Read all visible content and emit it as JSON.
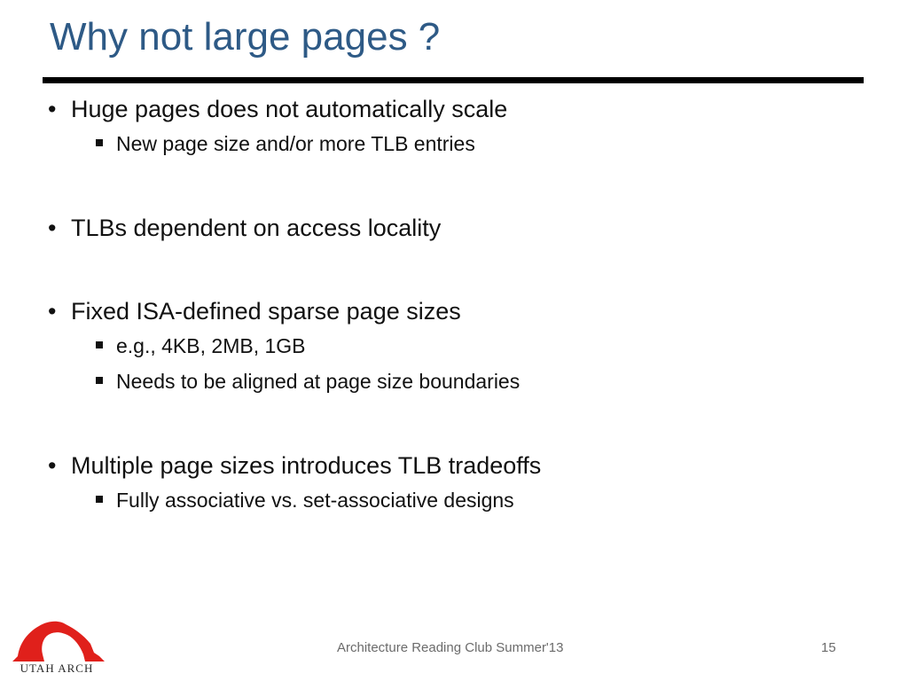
{
  "slide": {
    "title": "Why not large pages ?",
    "bullets": [
      {
        "text": "Huge pages does not automatically scale",
        "sub": [
          "New page size and/or more TLB entries"
        ]
      },
      {
        "text": "TLBs dependent on access locality",
        "sub": []
      },
      {
        "text": "Fixed ISA-defined sparse page sizes",
        "sub": [
          "e.g., 4KB, 2MB, 1GB",
          "Needs to be aligned at page size boundaries"
        ]
      },
      {
        "text": "Multiple page sizes introduces TLB tradeoffs",
        "sub": [
          "Fully associative vs. set-associative designs"
        ]
      }
    ]
  },
  "footer": {
    "center_text": "Architecture Reading Club Summer'13",
    "page_number": "15",
    "logo_text": "UTAH ARCH"
  },
  "colors": {
    "title": "#2e5a86",
    "logo_arch": "#e0201b"
  },
  "icons": {
    "bullet_level1": "bullet-dot-icon",
    "bullet_level2": "square-bullet-icon",
    "logo": "delicate-arch-logo-icon"
  }
}
